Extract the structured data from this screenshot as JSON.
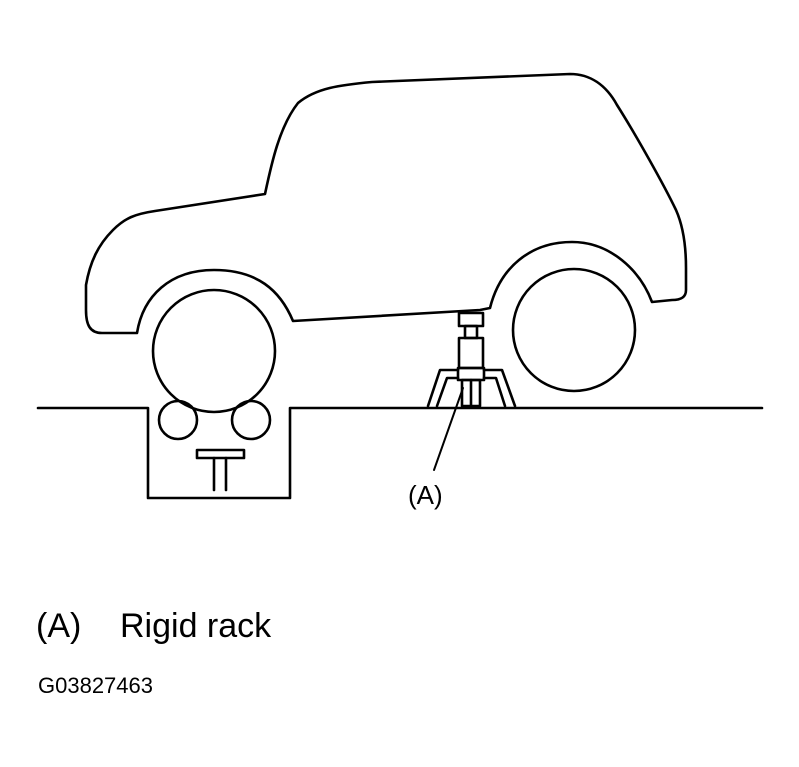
{
  "diagram": {
    "callout_label": "(A)",
    "legend": [
      {
        "key": "(A)",
        "text": "Rigid rack"
      }
    ],
    "figure_id": "G03827463"
  }
}
